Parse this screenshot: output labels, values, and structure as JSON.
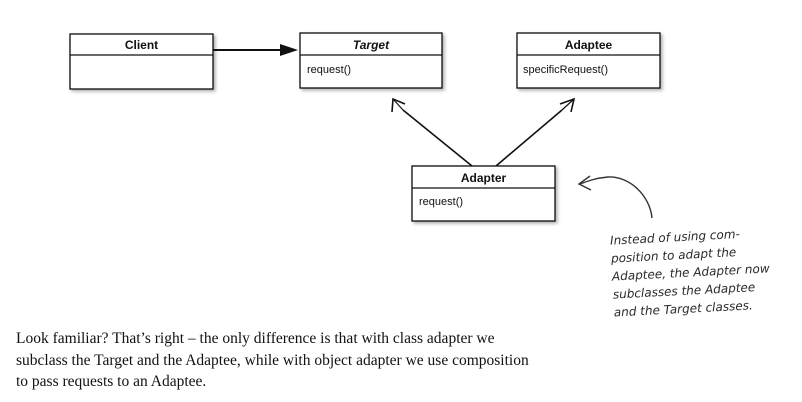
{
  "classes": {
    "client": {
      "name": "Client",
      "members": []
    },
    "target": {
      "name": "Target",
      "members": [
        "request()"
      ]
    },
    "adaptee": {
      "name": "Adaptee",
      "members": [
        "specificRequest()"
      ]
    },
    "adapter": {
      "name": "Adapter",
      "members": [
        "request()"
      ]
    }
  },
  "annotation": {
    "lines": [
      "Instead of using com-",
      "position to adapt the",
      "Adaptee, the Adapter now",
      "subclasses the Adaptee",
      "and the Target classes."
    ]
  },
  "paragraph": {
    "lines": [
      "Look familiar?  That’s right – the only difference is that with class adapter we",
      "subclass the Target and the Adaptee, while with object adapter we use composition",
      "to pass requests to an Adaptee."
    ]
  }
}
